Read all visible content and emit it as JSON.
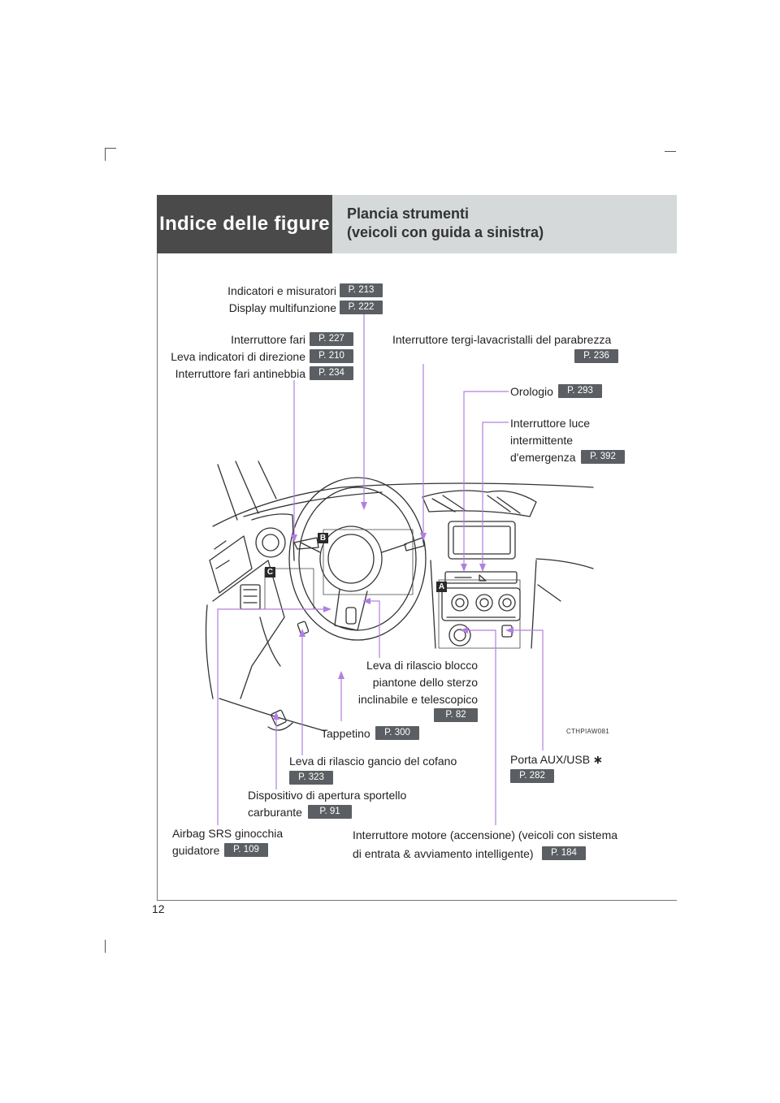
{
  "header": {
    "section": "Indice delle figure",
    "title_line1": "Plancia strumenti",
    "title_line2": "(veicoli con guida a sinistra)"
  },
  "page_number": "12",
  "image_code": "CTHPIAW081",
  "markers": {
    "a": "A",
    "b": "B",
    "c": "C"
  },
  "callouts": {
    "gauges": {
      "label": "Indicatori e misuratori",
      "ref": "P. 213"
    },
    "multi_display": {
      "label": "Display multifunzione",
      "ref": "P. 222"
    },
    "headlight_switch": {
      "label": "Interruttore fari",
      "ref": "P. 227"
    },
    "turn_signal": {
      "label": "Leva indicatori di direzione",
      "ref": "P. 210"
    },
    "fog_light": {
      "label": "Interruttore fari antinebbia",
      "ref": "P. 234"
    },
    "wiper": {
      "label": "Interruttore tergi-lavacristalli del parabrezza",
      "ref": "P. 236"
    },
    "clock": {
      "label": "Orologio",
      "ref": "P. 293"
    },
    "hazard": {
      "line1": "Interruttore luce",
      "line2": "intermittente",
      "line3": "d'emergenza",
      "ref": "P. 392"
    },
    "steering_lock": {
      "line1": "Leva di rilascio blocco",
      "line2": "piantone dello sterzo",
      "line3": "inclinabile e telescopico",
      "ref": "P. 82"
    },
    "floor_mat": {
      "label": "Tappetino",
      "ref": "P. 300"
    },
    "hood_release": {
      "label": "Leva di rilascio gancio del cofano",
      "ref": "P. 323"
    },
    "fuel_door": {
      "line1": "Dispositivo di apertura sportello",
      "line2": "carburante",
      "ref": "P. 91"
    },
    "aux_usb": {
      "label": "Porta AUX/USB",
      "star": "∗",
      "ref": "P. 282"
    },
    "knee_airbag": {
      "line1": "Airbag SRS ginocchia",
      "line2": "guidatore",
      "ref": "P. 109"
    },
    "engine_switch": {
      "line1": "Interruttore motore (accensione) (veicoli con sistema",
      "line2": "di entrata & avviamento intelligente)",
      "ref": "P. 184"
    }
  },
  "colors": {
    "leader": "#b27fe0",
    "badge": "#5b5f63",
    "header_dark": "#4a4a4a",
    "header_light": "#d6d9da"
  }
}
